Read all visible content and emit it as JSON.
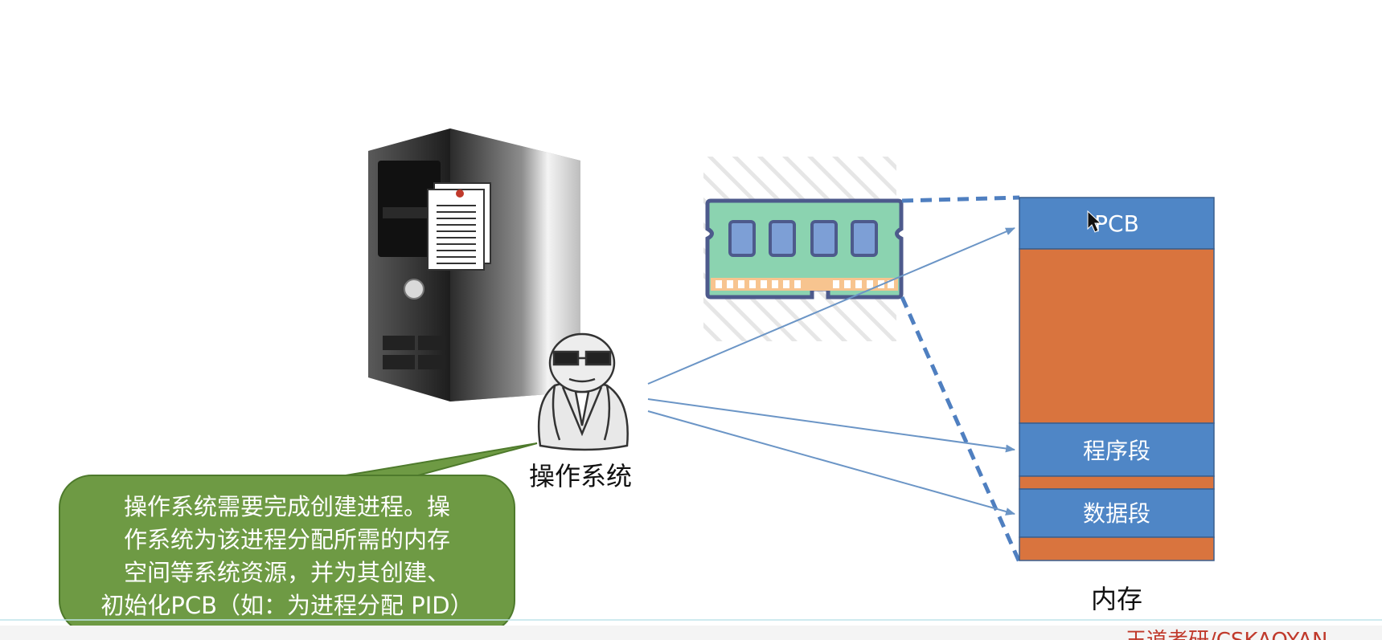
{
  "operator_caption": "操作系统",
  "memory_caption": "内存",
  "memory_segments": {
    "pcb": "PCB",
    "program": "程序段",
    "data": "数据段"
  },
  "speech_bubble": {
    "lines": [
      "操作系统需要完成创建进程。操",
      "作系统为该进程分配所需的内存",
      "空间等系统资源，并为其创建、",
      "初始化PCB（如：为进程分配 PID）"
    ]
  },
  "watermark": "王道考研/CSKAOYAN.",
  "icons": [
    "computer-tower-icon",
    "document-icon",
    "ram-module-icon",
    "operator-person-icon",
    "mouse-cursor-icon"
  ],
  "colors": {
    "segment_blue": "#4f86c6",
    "segment_orange": "#d9743e",
    "bubble_green": "#6e9a44",
    "arrow_blue": "#6b95c6"
  }
}
